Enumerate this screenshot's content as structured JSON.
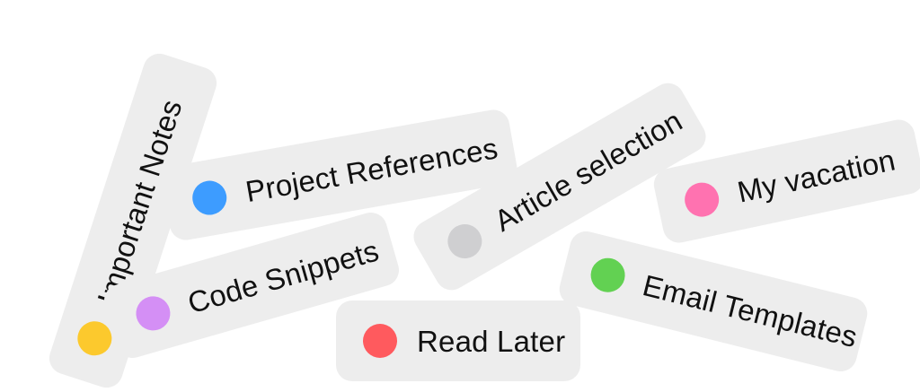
{
  "tags": [
    {
      "label": "Important Notes",
      "color": "#fcc92d"
    },
    {
      "label": "Project References",
      "color": "#3d9cff"
    },
    {
      "label": "Code Snippets",
      "color": "#d48ff5"
    },
    {
      "label": "Article selection",
      "color": "#cfcfd1"
    },
    {
      "label": "Read Later",
      "color": "#ff5a5e"
    },
    {
      "label": "My vacation",
      "color": "#ff72b0"
    },
    {
      "label": "Email Templates",
      "color": "#62d152"
    }
  ]
}
